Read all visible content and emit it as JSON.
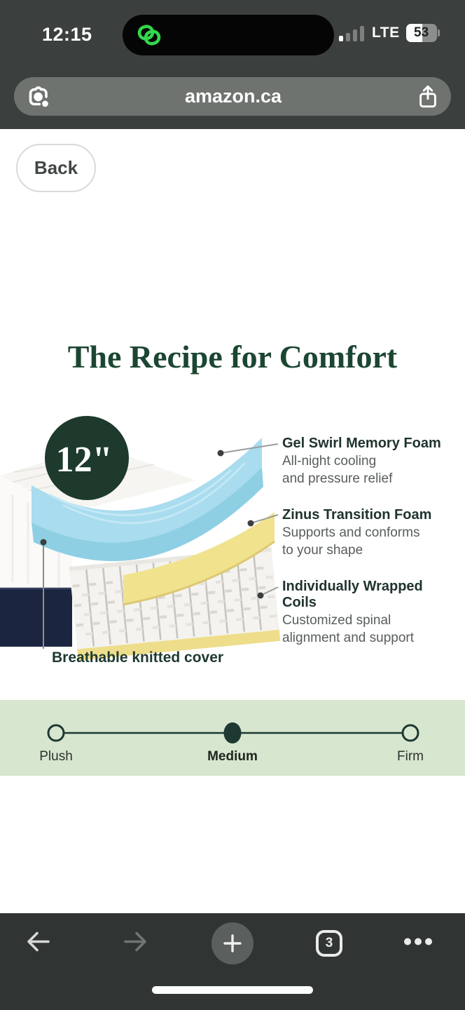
{
  "status_bar": {
    "time": "12:15",
    "carrier": "LTE",
    "battery_percent": "53"
  },
  "address_bar": {
    "url": "amazon.ca"
  },
  "page": {
    "back_button_label": "Back",
    "title": "The Recipe for Comfort",
    "diagram": {
      "thickness_badge": "12\"",
      "callouts": [
        {
          "title": "Gel Swirl Memory Foam",
          "desc_line1": "All-night cooling",
          "desc_line2": "and pressure relief"
        },
        {
          "title": "Zinus Transition Foam",
          "desc_line1": "Supports and conforms",
          "desc_line2": "to your shape"
        },
        {
          "title": "Individually Wrapped Coils",
          "desc_line1": "Customized spinal",
          "desc_line2": "alignment and support"
        }
      ],
      "cover_callout": "Breathable knitted cover"
    },
    "firmness_scale": {
      "left_label": "Plush",
      "selected_label": "Medium",
      "right_label": "Firm"
    }
  },
  "nav_bar": {
    "tab_count": "3"
  },
  "colors": {
    "brand_green_circle": "#1d3a2d",
    "title_green": "#1b4632",
    "foam_blue": "#a8dcee",
    "foam_yellow": "#f1e28e",
    "base_navy": "#1c2540",
    "scale_band_green": "#d7e6cf",
    "island_icon_green": "#32d74b"
  }
}
